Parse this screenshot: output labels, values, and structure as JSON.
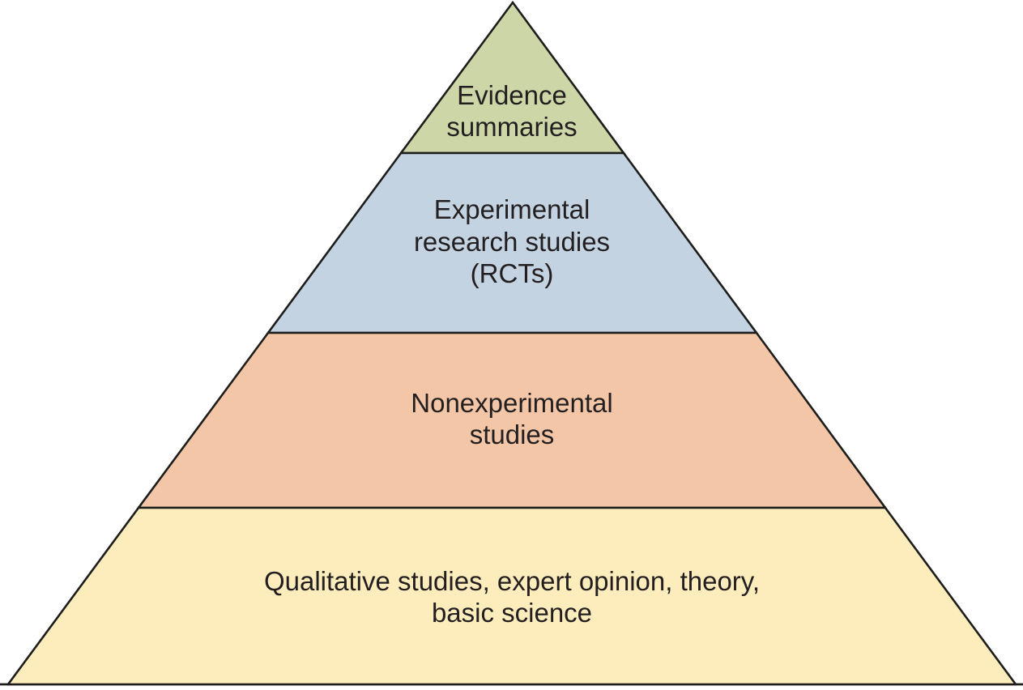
{
  "diagram": {
    "line_color": "#1d1d1b",
    "text_color": "#231f20",
    "background_color": "#ffffff",
    "levels": [
      {
        "label": "Evidence summaries",
        "color": "#cdd6a7",
        "lines": [
          "Evidence",
          "summaries"
        ]
      },
      {
        "label": "Experimental research studies (RCTs)",
        "color": "#c4d3e1",
        "lines": [
          "Experimental",
          "research studies",
          "(RCTs)"
        ]
      },
      {
        "label": "Nonexperimental studies",
        "color": "#f2c6a7",
        "lines": [
          "Nonexperimental",
          "studies"
        ]
      },
      {
        "label": "Qualitative studies, expert opinion, theory, basic science",
        "color": "#fdedbd",
        "lines": [
          "Qualitative studies, expert opinion, theory,",
          "basic science"
        ]
      }
    ]
  }
}
